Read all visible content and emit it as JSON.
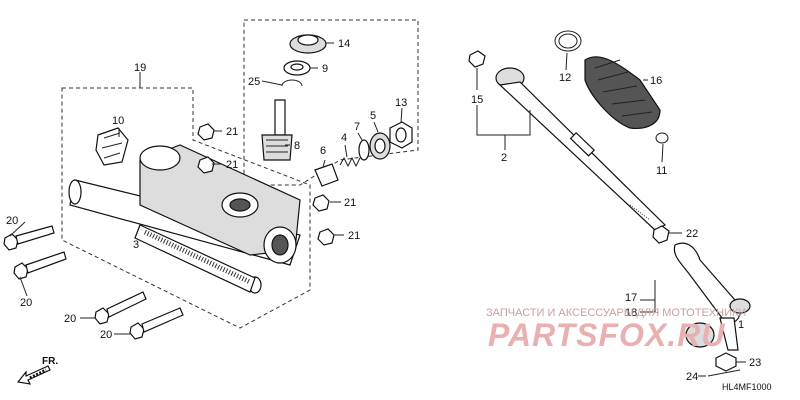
{
  "callouts": {
    "c1": "1",
    "c2": "2",
    "c3": "3",
    "c4": "4",
    "c5": "5",
    "c6": "6",
    "c7": "7",
    "c8": "8",
    "c9": "9",
    "c10": "10",
    "c11": "11",
    "c12": "12",
    "c13": "13",
    "c14": "14",
    "c15": "15",
    "c16": "16",
    "c17": "17",
    "c18": "18",
    "c19": "19",
    "c20a": "20",
    "c20b": "20",
    "c20c": "20",
    "c20d": "20",
    "c21a": "21",
    "c21b": "21",
    "c21c": "21",
    "c21d": "21",
    "c22": "22",
    "c23": "23",
    "c24": "24",
    "c25": "25"
  },
  "direction_label": "FR.",
  "diagram_code": "HL4MF1000",
  "watermark": {
    "caption": "ЗАПЧАСТИ И АКСЕССУАРЫ ДЛЯ МОТОТЕХНИКИ",
    "brand": "PARTSFOX.RU"
  },
  "colors": {
    "line": "#222222",
    "watermark": "#e8b0b0"
  }
}
